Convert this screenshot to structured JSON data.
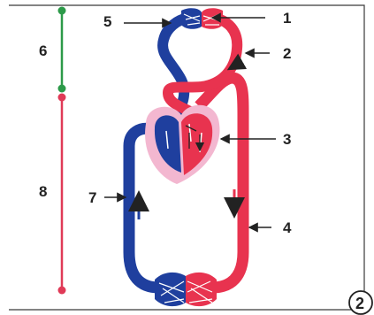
{
  "labels": {
    "n1": "1",
    "n2": "2",
    "n3": "3",
    "n4": "4",
    "n5": "5",
    "n6": "6",
    "n7": "7",
    "n8": "8",
    "badge": "2"
  },
  "colors": {
    "venous": "#1f3f9e",
    "arterial": "#e8334f",
    "heart_outer": "#f3b7d0",
    "pulmonary_line": "#2c9a49",
    "systemic_line": "#e03a57",
    "frame": "#3a3a3a"
  }
}
